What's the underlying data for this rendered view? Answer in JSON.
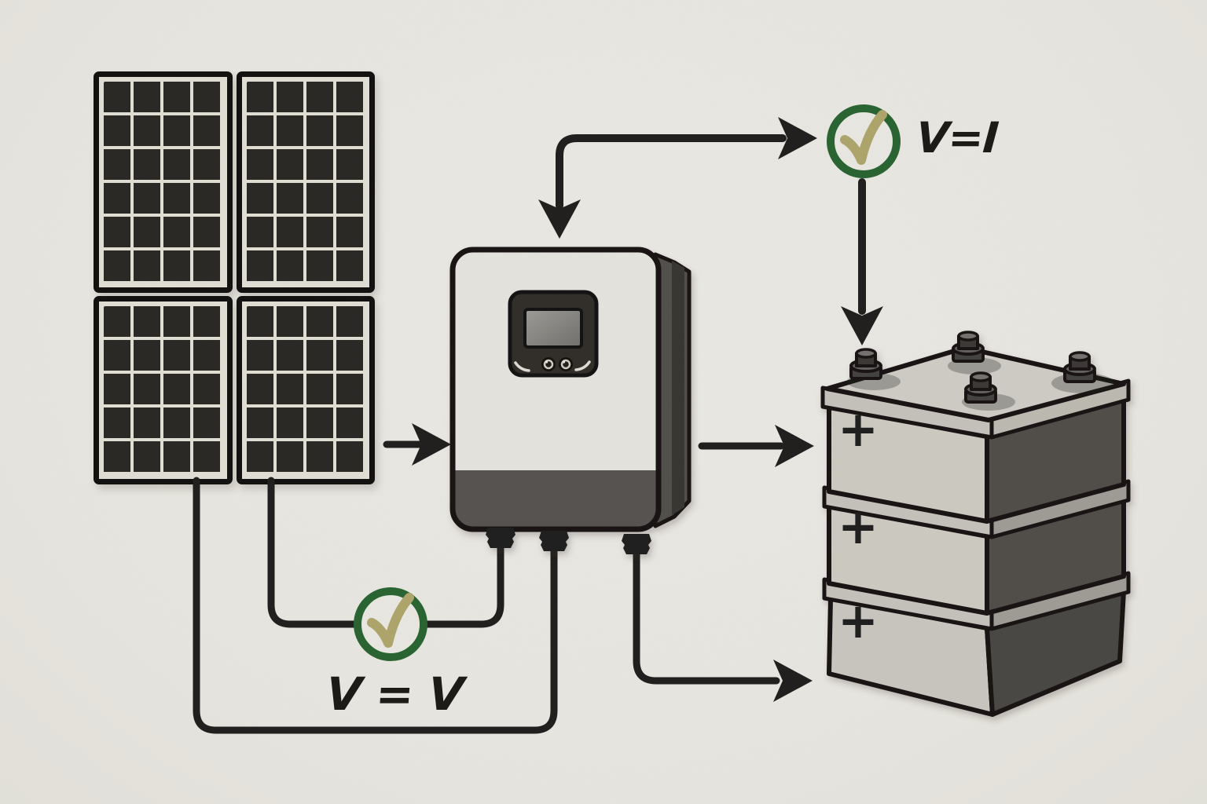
{
  "scene": {
    "background_color": "#f5f3ed",
    "ink_color": "#242220",
    "description_icons": [
      "solar-panel-array",
      "charge-controller",
      "battery-bank",
      "check-icon"
    ]
  },
  "solar_array": {
    "panel_count": 4,
    "cell_color": "#2e2c29",
    "grid_line_color": "#ece9df",
    "frame_color": "#161411"
  },
  "controller": {
    "body_color": "#f1efe8",
    "band_color": "#5b5854",
    "side_color": "#57544f",
    "screen_color": "#8f8d88",
    "button_count": 2
  },
  "battery": {
    "tier_count": 3,
    "terminal_count": 4,
    "front_color": "#d7d4cc",
    "side_color": "#565350",
    "top_color": "#d9d6cf",
    "plus_labels": [
      "+",
      "+",
      "+"
    ]
  },
  "checks": {
    "top": {
      "label": "V=I",
      "icon": "check-icon",
      "ring_color": "#2d6a35",
      "check_color": "#b7ae72"
    },
    "bottom": {
      "label": "V = V",
      "icon": "check-icon",
      "ring_color": "#2d6a35",
      "check_color": "#b7ae72"
    }
  }
}
